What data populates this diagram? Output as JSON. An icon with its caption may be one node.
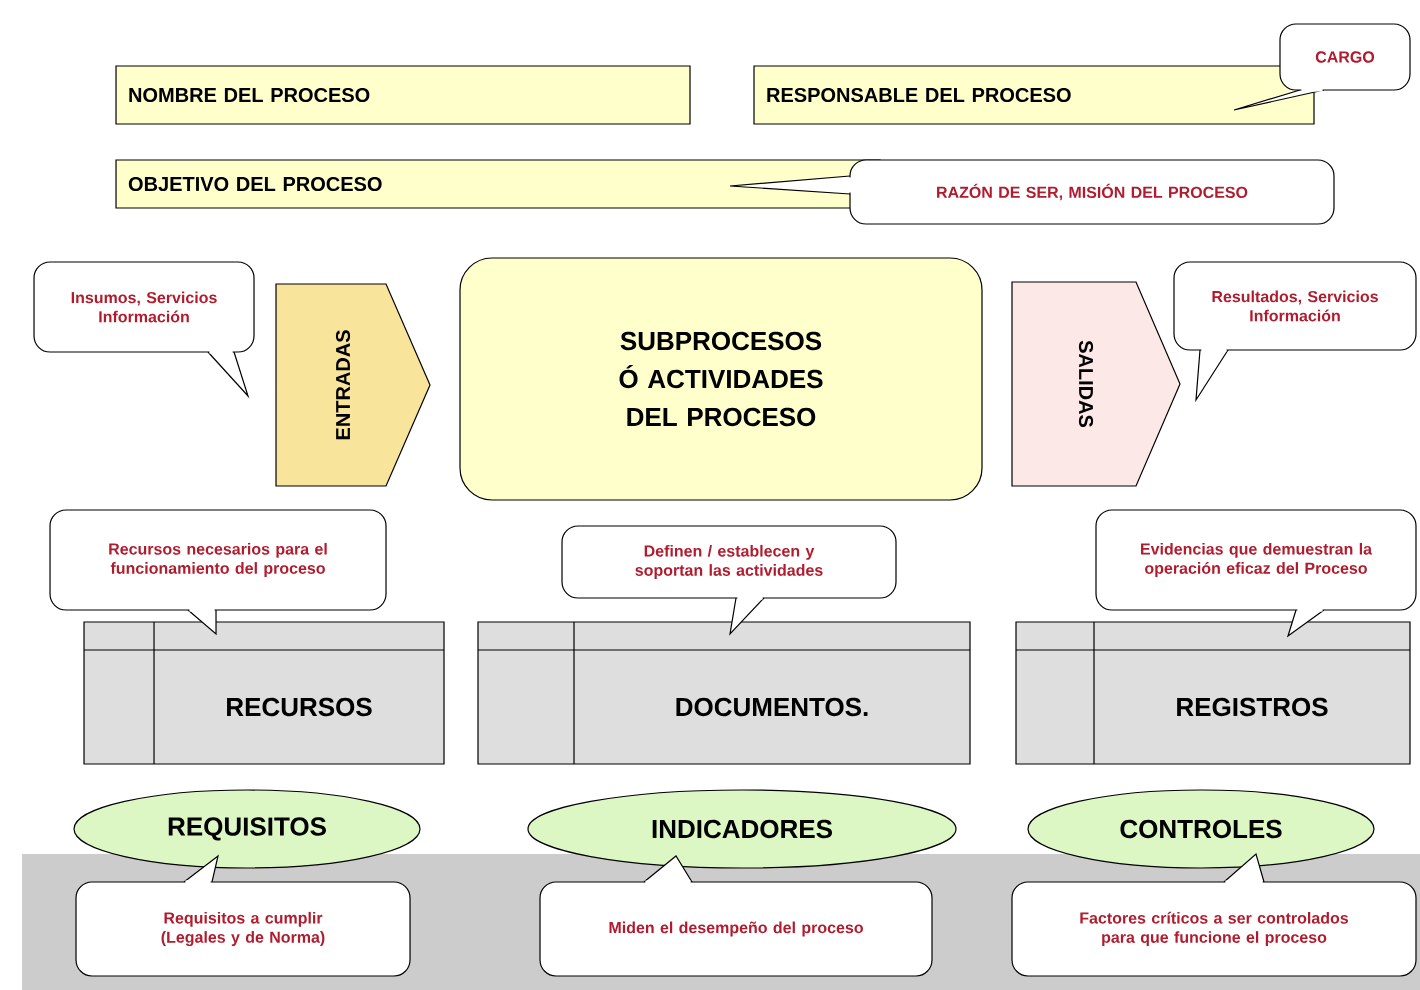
{
  "diagram": {
    "nodes": [
      {
        "text": [
          "NOMBRE DEL PROCESO"
        ]
      },
      {
        "text": [
          "RESPONSABLE DEL PROCESO"
        ]
      },
      {
        "text": [
          "CARGO"
        ]
      },
      {
        "text": [
          "OBJETIVO DEL PROCESO"
        ]
      },
      {
        "text": [
          "RAZÓN DE SER, MISIÓN DEL PROCESO"
        ]
      },
      {
        "text": [
          "Insumos, Servicios Información"
        ]
      },
      {
        "text": [
          "ENTRADAS"
        ]
      },
      {
        "text": [
          "SUBPROCESOS Ó ACTIVIDADES DEL PROCESO"
        ]
      },
      {
        "text": [
          "SALIDAS"
        ]
      },
      {
        "text": [
          "Resultados, Servicios Información"
        ]
      },
      {
        "text": [
          "Recursos necesarios para el funcionamiento del proceso"
        ]
      },
      {
        "text": [
          "Definen / establecen y soportan las actividades"
        ]
      },
      {
        "text": [
          "Evidencias que demuestran la operación eficaz del Proceso"
        ]
      },
      {
        "text": [
          "RECURSOS"
        ]
      },
      {
        "text": [
          "DOCUMENTOS."
        ]
      },
      {
        "text": [
          "REGISTROS"
        ]
      },
      {
        "text": [
          "REQUISITOS"
        ]
      },
      {
        "text": [
          "INDICADORES"
        ]
      },
      {
        "text": [
          "CONTROLES"
        ]
      },
      {
        "text": [
          "Requisitos a cumplir (Legales y de Norma)"
        ]
      },
      {
        "text": [
          "Miden el desempeño del proceso"
        ]
      },
      {
        "text": [
          "Factores críticos a ser controlados para que funcione el proceso"
        ]
      }
    ]
  }
}
